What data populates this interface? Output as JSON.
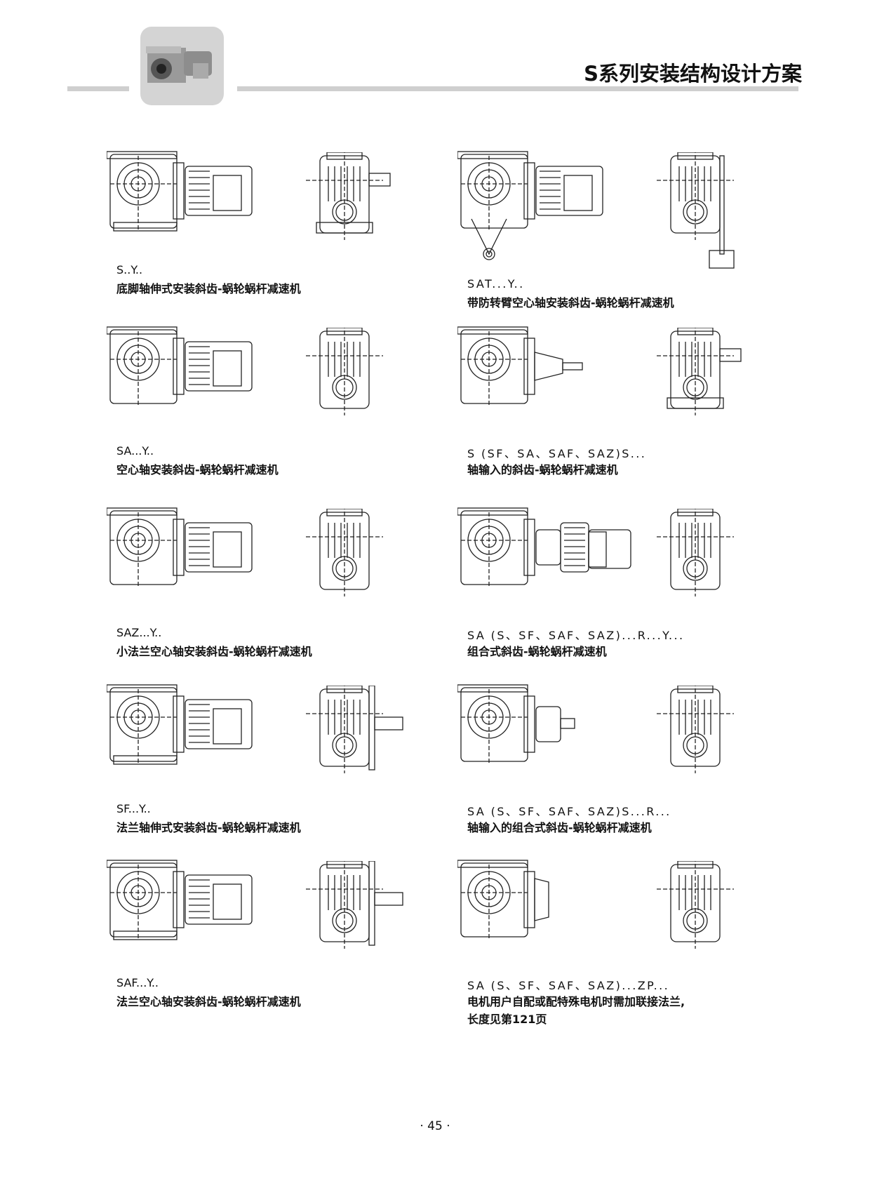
{
  "header": {
    "title": "S系列安装结构设计方案",
    "thumbnail_icon": "gear-motor-photo"
  },
  "colors": {
    "rule": "#cfcfcf",
    "thumb_bg": "#d4d4d4",
    "line": "#222222"
  },
  "items": [
    {
      "code": "S..Y..",
      "desc": [
        "底脚轴伸式安装斜齿-蜗轮蜗杆减速机"
      ]
    },
    {
      "code": "SAT...Y..",
      "desc": [
        "带防转臂空心轴安装斜齿-蜗轮蜗杆减速机"
      ]
    },
    {
      "code": "SA...Y..",
      "desc": [
        "空心轴安装斜齿-蜗轮蜗杆减速机"
      ]
    },
    {
      "code": "S (SF、SA、SAF、SAZ)S...",
      "desc": [
        "轴输入的斜齿-蜗轮蜗杆减速机"
      ]
    },
    {
      "code": "SAZ...Y..",
      "desc": [
        "小法兰空心轴安装斜齿-蜗轮蜗杆减速机"
      ]
    },
    {
      "code": "SA (S、SF、SAF、SAZ)...R...Y...",
      "desc": [
        "组合式斜齿-蜗轮蜗杆减速机"
      ]
    },
    {
      "code": "SF...Y..",
      "desc": [
        "法兰轴伸式安装斜齿-蜗轮蜗杆减速机"
      ]
    },
    {
      "code": "SA (S、SF、SAF、SAZ)S...R...",
      "desc": [
        "轴输入的组合式斜齿-蜗轮蜗杆减速机"
      ]
    },
    {
      "code": "SAF...Y..",
      "desc": [
        "法兰空心轴安装斜齿-蜗轮蜗杆减速机"
      ]
    },
    {
      "code": "SA (S、SF、SAF、SAZ)...ZP...",
      "desc": [
        "电机用户自配或配特殊电机时需加联接法兰,",
        "长度见第121页"
      ]
    }
  ],
  "footer": {
    "page_number": "· 45 ·"
  }
}
